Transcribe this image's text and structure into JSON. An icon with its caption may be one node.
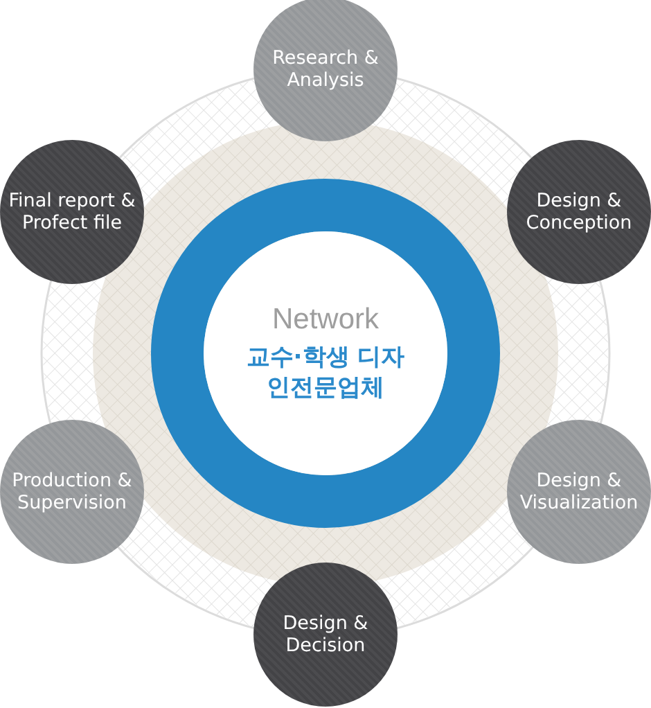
{
  "diagram": {
    "nodes": [
      {
        "text": [
          "Network",
          "교수·학생 디자인전문업체"
        ]
      },
      {
        "text": [
          "Research & Analysis"
        ]
      },
      {
        "text": [
          "Design & Conception"
        ]
      },
      {
        "text": [
          "Design & Visualization"
        ]
      },
      {
        "text": [
          "Design & Decision"
        ]
      },
      {
        "text": [
          "Production & Supervision"
        ]
      },
      {
        "text": [
          "Final report & Profect file"
        ]
      }
    ]
  }
}
